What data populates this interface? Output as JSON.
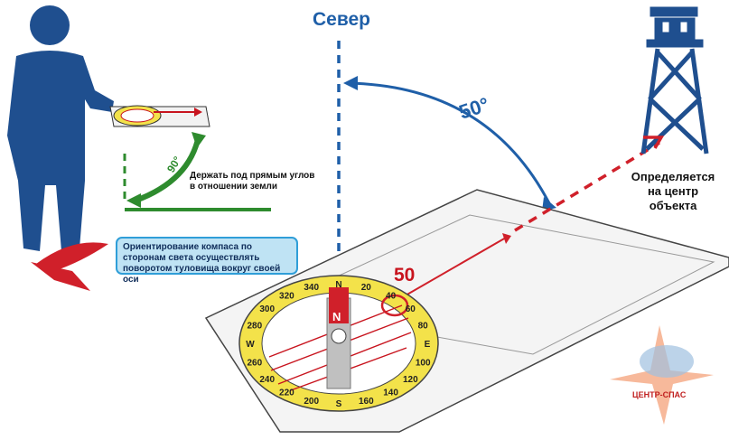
{
  "labels": {
    "north": "Север",
    "angle": "50°",
    "heading_value": "50",
    "target_note": "Определяется на центр объекта",
    "hold_note": "Держать под прямым углов в отношении земли",
    "right_angle": "90°",
    "orient_note": "Ориентирование компаса по сторонам света осуществлять поворотом туловища вокруг своей оси",
    "logo": "ЦЕНТР-СПАС"
  },
  "dial": {
    "degree_marks": [
      "340",
      "N",
      "20",
      "40",
      "60",
      "80",
      "E",
      "100",
      "120",
      "140",
      "160",
      "S",
      "200",
      "220",
      "240",
      "260",
      "W",
      "280",
      "300",
      "320"
    ],
    "needle_letter": "N"
  },
  "colors": {
    "person": "#1f4f8f",
    "north_line": "#1f5fa8",
    "bearing_line": "#d0202a",
    "green": "#2e8b2e",
    "dial_ring": "#f3e24a",
    "tower": "#1f4f8f"
  }
}
